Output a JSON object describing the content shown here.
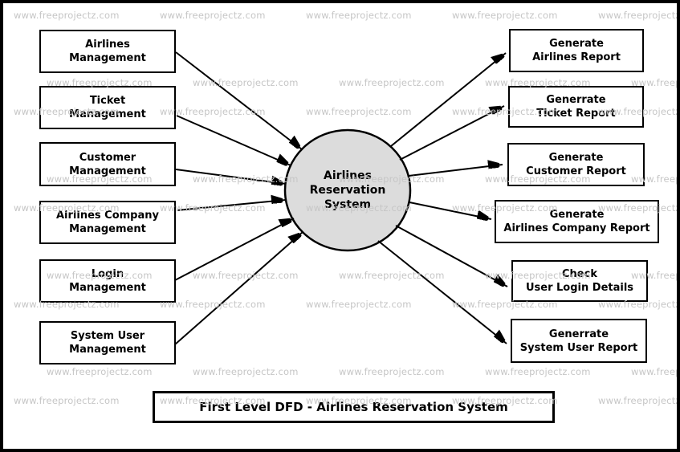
{
  "title": {
    "text": "First Level DFD - Airlines Reservation System"
  },
  "process": {
    "name_lines": [
      "Airlines",
      "Reservation",
      "System"
    ]
  },
  "left_entities": [
    {
      "lines": [
        "Airlines",
        "Management"
      ]
    },
    {
      "lines": [
        "Ticket",
        "Management"
      ]
    },
    {
      "lines": [
        "Customer",
        "Management"
      ]
    },
    {
      "lines": [
        "Airlines Company",
        "Management"
      ]
    },
    {
      "lines": [
        "Login",
        "Management"
      ]
    },
    {
      "lines": [
        "System User",
        "Management"
      ]
    }
  ],
  "right_entities": [
    {
      "lines": [
        "Generate",
        "Airlines Report"
      ]
    },
    {
      "lines": [
        "Generrate",
        "Ticket Report"
      ]
    },
    {
      "lines": [
        "Generate",
        "Customer Report"
      ]
    },
    {
      "lines": [
        "Generate",
        "Airlines Company Report"
      ]
    },
    {
      "lines": [
        "Check",
        "User Login Details"
      ]
    },
    {
      "lines": [
        "Generrate",
        "System User Report"
      ]
    }
  ],
  "watermark": {
    "text": "www.freeprojectz.com",
    "color": "#c6c6c6"
  },
  "colors": {
    "process_fill": "#dcdcdc",
    "stroke": "#000000",
    "background": "#ffffff"
  }
}
